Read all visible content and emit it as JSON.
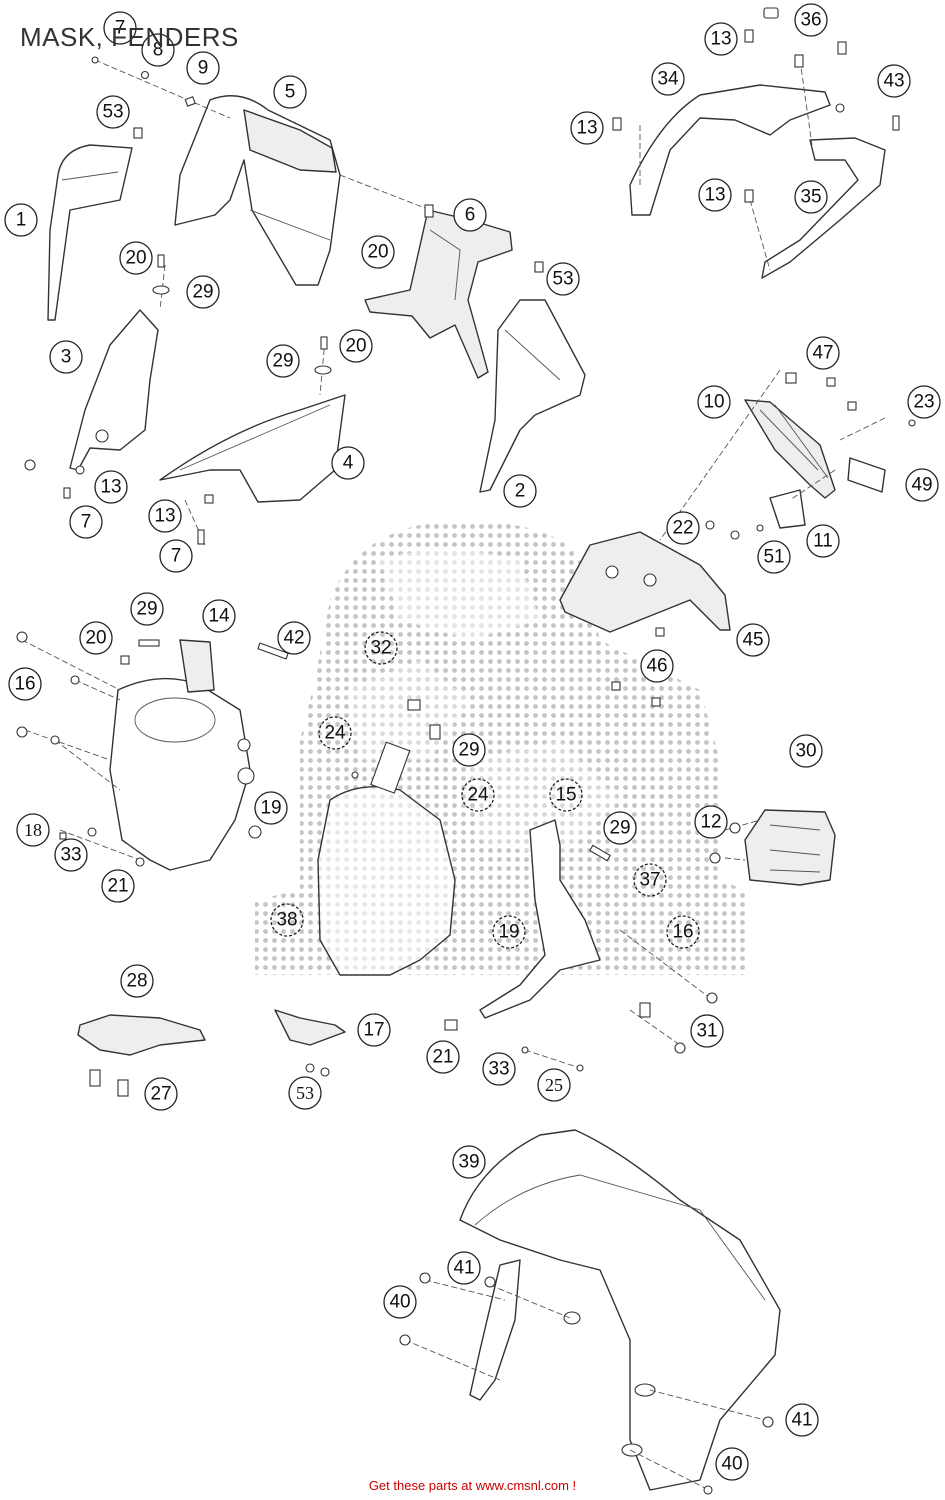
{
  "page": {
    "title": "MASK, FENDERS",
    "footer": "Get these parts at www.cmsnl.com !",
    "footer_color": "#cc0000"
  },
  "callouts": [
    {
      "id": "c-7a",
      "label": "7"
    },
    {
      "id": "c-8",
      "label": "8"
    },
    {
      "id": "c-9",
      "label": "9"
    },
    {
      "id": "c-53a",
      "label": "53"
    },
    {
      "id": "c-5",
      "label": "5"
    },
    {
      "id": "c-1",
      "label": "1"
    },
    {
      "id": "c-6",
      "label": "6"
    },
    {
      "id": "c-20a",
      "label": "20"
    },
    {
      "id": "c-29a",
      "label": "29"
    },
    {
      "id": "c-20b",
      "label": "20"
    },
    {
      "id": "c-53b",
      "label": "53"
    },
    {
      "id": "c-3",
      "label": "3"
    },
    {
      "id": "c-29b",
      "label": "29"
    },
    {
      "id": "c-20c",
      "label": "20"
    },
    {
      "id": "c-4",
      "label": "4"
    },
    {
      "id": "c-2",
      "label": "2"
    },
    {
      "id": "c-13a",
      "label": "13"
    },
    {
      "id": "c-7b",
      "label": "7"
    },
    {
      "id": "c-13b",
      "label": "13"
    },
    {
      "id": "c-7c",
      "label": "7"
    },
    {
      "id": "c-13c",
      "label": "13"
    },
    {
      "id": "c-36",
      "label": "36"
    },
    {
      "id": "c-34",
      "label": "34"
    },
    {
      "id": "c-43",
      "label": "43"
    },
    {
      "id": "c-13d",
      "label": "13"
    },
    {
      "id": "c-13e",
      "label": "13"
    },
    {
      "id": "c-35",
      "label": "35"
    },
    {
      "id": "c-47",
      "label": "47"
    },
    {
      "id": "c-10",
      "label": "10"
    },
    {
      "id": "c-23",
      "label": "23"
    },
    {
      "id": "c-49",
      "label": "49"
    },
    {
      "id": "c-22",
      "label": "22"
    },
    {
      "id": "c-11",
      "label": "11"
    },
    {
      "id": "c-51",
      "label": "51"
    },
    {
      "id": "c-45",
      "label": "45"
    },
    {
      "id": "c-46",
      "label": "46"
    },
    {
      "id": "c-29c",
      "label": "29"
    },
    {
      "id": "c-14",
      "label": "14"
    },
    {
      "id": "c-20d",
      "label": "20"
    },
    {
      "id": "c-42",
      "label": "42"
    },
    {
      "id": "c-16a",
      "label": "16"
    },
    {
      "id": "c-32",
      "label": "32"
    },
    {
      "id": "c-24a",
      "label": "24"
    },
    {
      "id": "c-29d",
      "label": "29"
    },
    {
      "id": "c-24b",
      "label": "24"
    },
    {
      "id": "c-30",
      "label": "30"
    },
    {
      "id": "c-19a",
      "label": "19"
    },
    {
      "id": "c-15",
      "label": "15"
    },
    {
      "id": "c-12",
      "label": "12"
    },
    {
      "id": "c-29e",
      "label": "29"
    },
    {
      "id": "c-18",
      "label": "18"
    },
    {
      "id": "c-33a",
      "label": "33"
    },
    {
      "id": "c-21a",
      "label": "21"
    },
    {
      "id": "c-37",
      "label": "37"
    },
    {
      "id": "c-38",
      "label": "38"
    },
    {
      "id": "c-19b",
      "label": "19"
    },
    {
      "id": "c-16b",
      "label": "16"
    },
    {
      "id": "c-28",
      "label": "28"
    },
    {
      "id": "c-17",
      "label": "17"
    },
    {
      "id": "c-31",
      "label": "31"
    },
    {
      "id": "c-27",
      "label": "27"
    },
    {
      "id": "c-21b",
      "label": "21"
    },
    {
      "id": "c-33b",
      "label": "33"
    },
    {
      "id": "c-53c",
      "label": "53"
    },
    {
      "id": "c-25",
      "label": "25"
    },
    {
      "id": "c-39",
      "label": "39"
    },
    {
      "id": "c-41a",
      "label": "41"
    },
    {
      "id": "c-40a",
      "label": "40"
    },
    {
      "id": "c-41b",
      "label": "41"
    },
    {
      "id": "c-40b",
      "label": "40"
    }
  ]
}
